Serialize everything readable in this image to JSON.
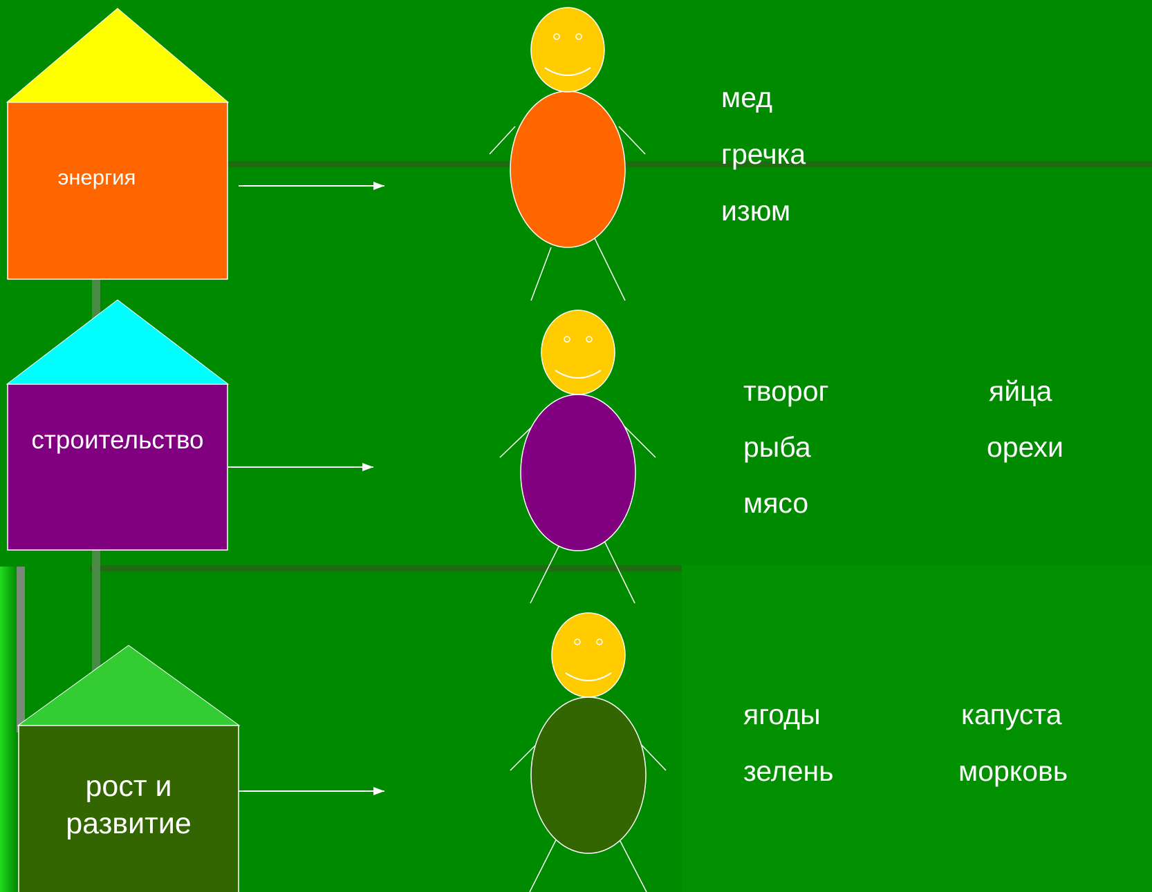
{
  "colors": {
    "background": "#008a00",
    "arrow": "#ffffff",
    "face": "#ffcc00",
    "text": "#ffffff"
  },
  "rows": [
    {
      "house": {
        "label": "энергия",
        "roof_color": "#ffff00",
        "wall_color": "#ff6600"
      },
      "figure": {
        "body_color": "#ff6600"
      },
      "foods": {
        "col1": [
          "мед",
          "гречка",
          "изюм"
        ],
        "col2": []
      }
    },
    {
      "house": {
        "label": "строительство",
        "roof_color": "#00ffff",
        "wall_color": "#800080"
      },
      "figure": {
        "body_color": "#800080"
      },
      "foods": {
        "col1": [
          "творог",
          "рыба",
          "мясо"
        ],
        "col2": [
          "яйца",
          "орехи"
        ]
      }
    },
    {
      "house": {
        "label": "рост и развитие",
        "roof_color": "#33cc33",
        "wall_color": "#336600"
      },
      "figure": {
        "body_color": "#336600"
      },
      "foods": {
        "col1": [
          "ягоды",
          "зелень"
        ],
        "col2": [
          "капуста",
          "морковь"
        ]
      }
    }
  ]
}
